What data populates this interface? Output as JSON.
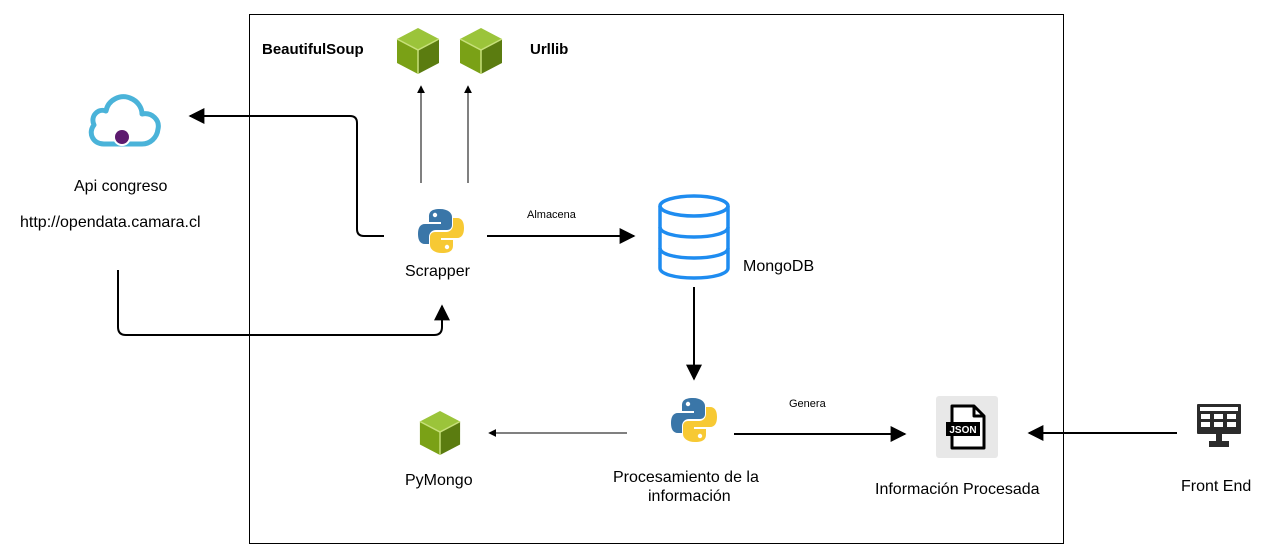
{
  "diagram": {
    "nodes": {
      "beautifulsoup": {
        "label": "BeautifulSoup",
        "icon": "package-cube-icon"
      },
      "urllib": {
        "label": "Urllib",
        "icon": "package-cube-icon"
      },
      "api": {
        "label": "Api congreso",
        "url": "http://opendata.camara.cl",
        "icon": "cloud-api-icon"
      },
      "scrapper": {
        "label": "Scrapper",
        "icon": "python-icon"
      },
      "mongodb": {
        "label": "MongoDB",
        "icon": "database-icon"
      },
      "pymongo": {
        "label": "PyMongo",
        "icon": "package-cube-icon"
      },
      "procesamiento": {
        "label_line1": "Procesamiento de la",
        "label_line2": "información",
        "icon": "python-icon"
      },
      "informacion": {
        "label": "Información Procesada",
        "icon": "json-file-icon",
        "badge": "JSON"
      },
      "frontend": {
        "label": "Front End",
        "icon": "monitor-icon"
      }
    },
    "edges": {
      "scrapper_to_mongodb": "Almacena",
      "procesamiento_to_informacion": "Genera"
    },
    "colors": {
      "cube_green": "#7AA116",
      "cube_green_dark": "#5B7C10",
      "cube_green_light": "#9BC43A",
      "cloud_blue": "#4AB3D9",
      "api_dot": "#5C1A6E",
      "db_blue": "#1E8CF0",
      "python_blue": "#3A76A8",
      "python_yellow": "#F7C934",
      "json_bg": "#E8E8E8",
      "monitor_dark": "#2B2B2B"
    }
  }
}
